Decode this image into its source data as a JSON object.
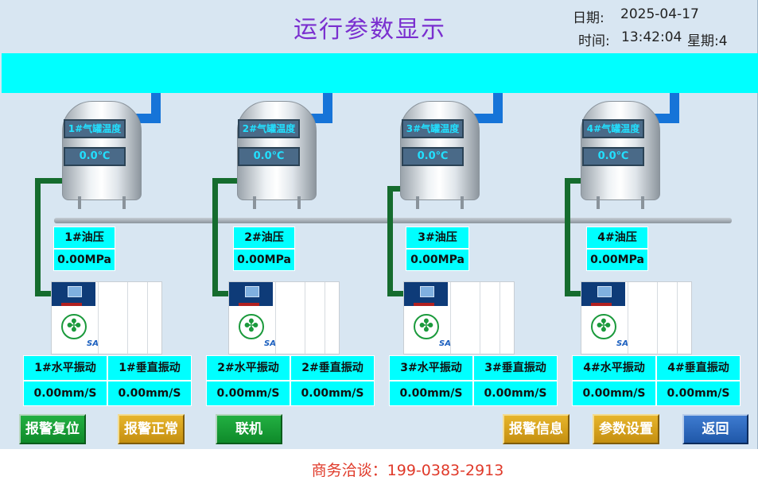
{
  "header": {
    "title": "运行参数显示",
    "date_label": "日期:",
    "date_value": "2025-04-17",
    "time_label": "时间:",
    "time_value": "13:42:04",
    "weekday_label": "星期:4"
  },
  "tanks": [
    {
      "label": "1#气罐温度",
      "value": "0.0℃"
    },
    {
      "label": "2#气罐温度",
      "value": "0.0℃"
    },
    {
      "label": "3#气罐温度",
      "value": "0.0℃"
    },
    {
      "label": "4#气罐温度",
      "value": "0.0℃"
    }
  ],
  "oil_pressure": [
    {
      "label": "1#油压",
      "value": "0.00MPa"
    },
    {
      "label": "2#油压",
      "value": "0.00MPa"
    },
    {
      "label": "3#油压",
      "value": "0.00MPa"
    },
    {
      "label": "4#油压",
      "value": "0.00MPa"
    }
  ],
  "vibration": [
    {
      "h_label": "1#水平振动",
      "h_value": "0.00mm/S",
      "v_label": "1#垂直振动",
      "v_value": "0.00mm/S"
    },
    {
      "h_label": "2#水平振动",
      "h_value": "0.00mm/S",
      "v_label": "2#垂直振动",
      "v_value": "0.00mm/S"
    },
    {
      "h_label": "3#水平振动",
      "h_value": "0.00mm/S",
      "v_label": "3#垂直振动",
      "v_value": "0.00mm/S"
    },
    {
      "h_label": "4#水平振动",
      "h_value": "0.00mm/S",
      "v_label": "4#垂直振动",
      "v_value": "0.00mm/S"
    }
  ],
  "compressor_logo": "SA",
  "fan_icon": "✤",
  "buttons": {
    "alarm_reset": "报警复位",
    "alarm_normal": "报警正常",
    "online": "联机",
    "alarm_info": "报警信息",
    "param_settings": "参数设置",
    "back": "返回"
  },
  "footer": "商务洽谈：199-0383-2913"
}
